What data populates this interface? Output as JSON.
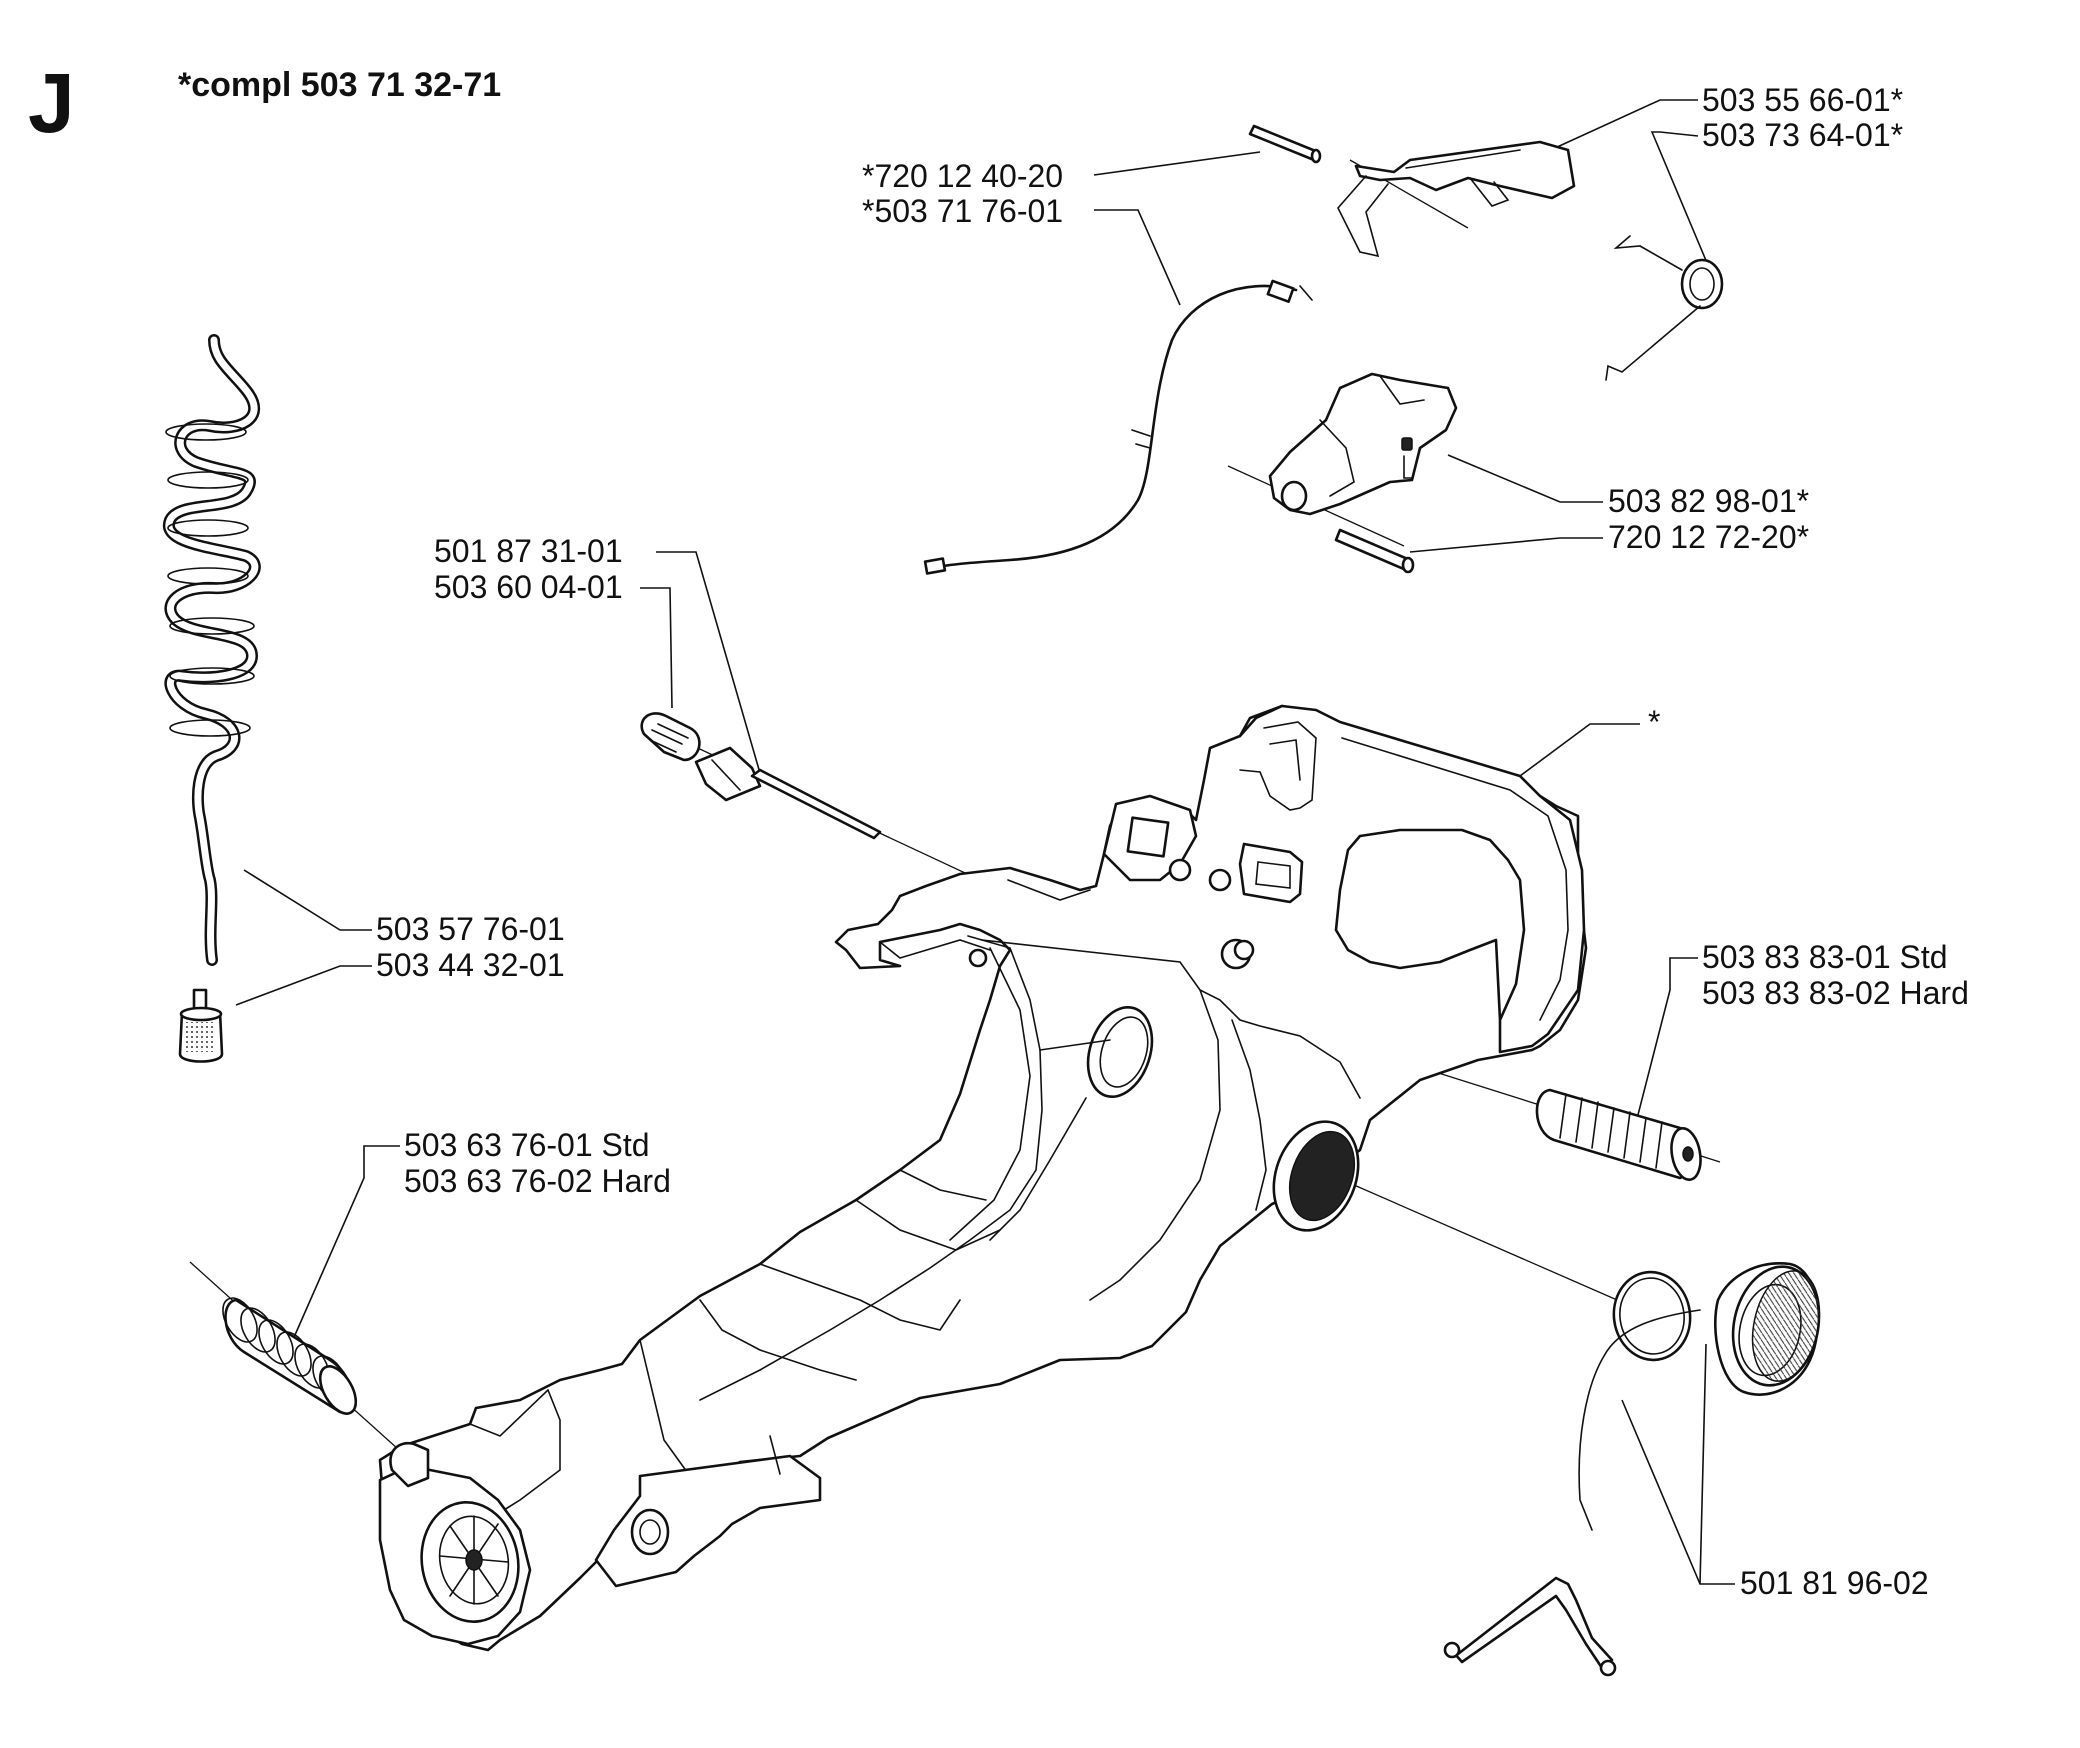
{
  "section_letter": "J",
  "heading": "*compl 503 71 32-71",
  "part_labels": {
    "p_503_55_66_01": "503 55 66-01*",
    "p_503_73_64_01": "503 73 64-01*",
    "p_720_12_40_20": "*720 12 40-20",
    "p_503_71_76_01": "*503 71 76-01",
    "p_503_82_98_01": "503 82 98-01*",
    "p_720_12_72_20": "720 12 72-20*",
    "p_501_87_31_01": "501 87 31-01",
    "p_503_60_04_01": "503 60 04-01",
    "p_handle_star": "*",
    "p_503_57_76_01": "503 57 76-01",
    "p_503_44_32_01": "503 44 32-01",
    "p_503_83_83_01": "503 83 83-01 Std",
    "p_503_83_83_02": "503 83 83-02 Hard",
    "p_503_63_76_01": "503 63 76-01 Std",
    "p_503_63_76_02": "503 63 76-02 Hard",
    "p_501_81_96_02": "501 81 96-02"
  }
}
